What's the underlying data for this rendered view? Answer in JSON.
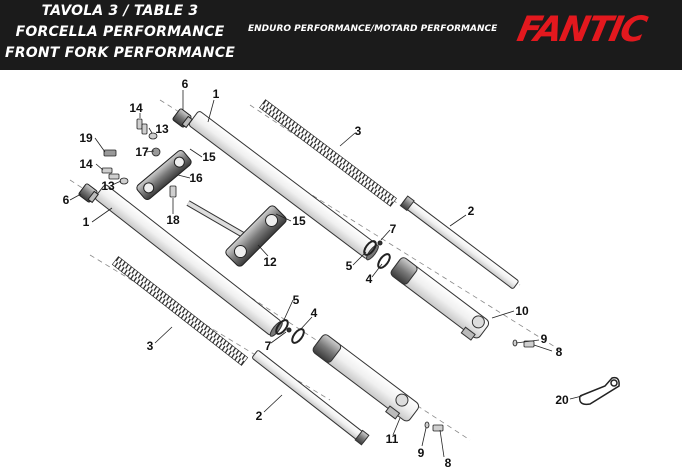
{
  "header": {
    "title_line1": "TAVOLA 3 / TABLE 3",
    "title_line2": "FORCELLA PERFORMANCE",
    "title_line3": "FRONT FORK PERFORMANCE",
    "subtitle": "ENDURO PERFORMANCE/MOTARD PERFORMANCE",
    "brand_logo": "FANTIC",
    "brand_color": "#e3181e"
  },
  "parts": [
    {
      "id": "callout-1-top",
      "label": "1"
    },
    {
      "id": "callout-1-bottom",
      "label": "1"
    },
    {
      "id": "callout-2-right",
      "label": "2"
    },
    {
      "id": "callout-2-bottom",
      "label": "2"
    },
    {
      "id": "callout-3-top",
      "label": "3"
    },
    {
      "id": "callout-3-left",
      "label": "3"
    },
    {
      "id": "callout-4-right",
      "label": "4"
    },
    {
      "id": "callout-4-left",
      "label": "4"
    },
    {
      "id": "callout-5-right",
      "label": "5"
    },
    {
      "id": "callout-5-left",
      "label": "5"
    },
    {
      "id": "callout-6-top",
      "label": "6"
    },
    {
      "id": "callout-6-left",
      "label": "6"
    },
    {
      "id": "callout-7-right",
      "label": "7"
    },
    {
      "id": "callout-7-left",
      "label": "7"
    },
    {
      "id": "callout-8-right",
      "label": "8"
    },
    {
      "id": "callout-8-bottom",
      "label": "8"
    },
    {
      "id": "callout-9-right",
      "label": "9"
    },
    {
      "id": "callout-9-bottom",
      "label": "9"
    },
    {
      "id": "callout-10",
      "label": "10"
    },
    {
      "id": "callout-11",
      "label": "11"
    },
    {
      "id": "callout-12",
      "label": "12"
    },
    {
      "id": "callout-13-top",
      "label": "13"
    },
    {
      "id": "callout-13-left",
      "label": "13"
    },
    {
      "id": "callout-14-top",
      "label": "14"
    },
    {
      "id": "callout-14-left",
      "label": "14"
    },
    {
      "id": "callout-15-top",
      "label": "15"
    },
    {
      "id": "callout-15-mid",
      "label": "15"
    },
    {
      "id": "callout-16",
      "label": "16"
    },
    {
      "id": "callout-17",
      "label": "17"
    },
    {
      "id": "callout-18",
      "label": "18"
    },
    {
      "id": "callout-19",
      "label": "19"
    },
    {
      "id": "callout-20",
      "label": "20"
    }
  ]
}
